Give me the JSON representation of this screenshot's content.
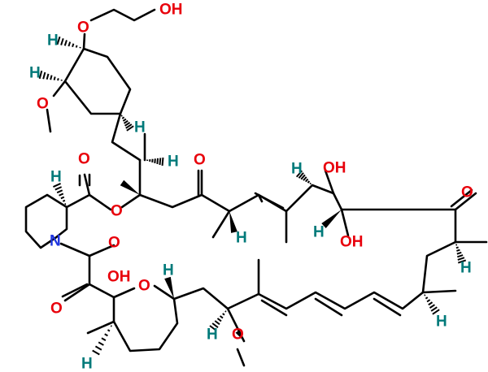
{
  "atom_colors": {
    "O": "#e8000b",
    "N": "#1f35e0",
    "H": "#007a7a",
    "C": "#000000"
  },
  "labels": {
    "oh_top": "OH",
    "o_ether": "O",
    "h_cyc1": "H",
    "h_cyc2": "H",
    "o_methoxy_cyc": "O",
    "h_cyc3": "H",
    "h_side": "H",
    "o_ester_carbonyl": "O",
    "h_pip": "H",
    "o_ester": "O",
    "n_pip": "N",
    "o_ketone1": "O",
    "h_c1": "H",
    "h_c2": "H",
    "oh_mid": "OH",
    "h_c3": "H",
    "oh_mid2": "OH",
    "o_ketone_right": "O",
    "h_right1": "H",
    "h_right2": "H",
    "o_amide": "O",
    "oh_hemi": "OH",
    "o_ring": "O",
    "h_ring": "H",
    "o_diketo": "O",
    "h_bottom_left": "H",
    "h_bottom_mid": "H",
    "o_methoxy_bottom": "O"
  }
}
